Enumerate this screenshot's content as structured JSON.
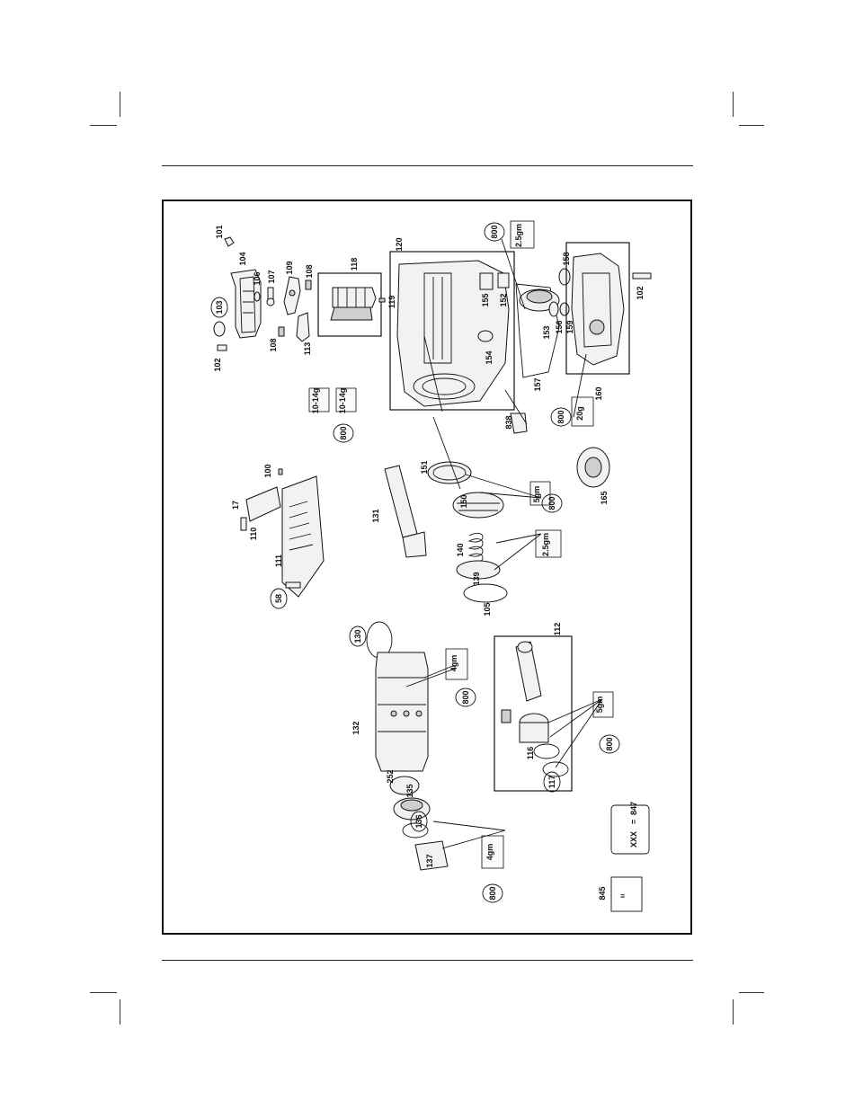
{
  "document": {
    "type": "exploded-parts-diagram",
    "orientation": "rotated-90"
  },
  "callouts": [
    {
      "id": "101",
      "label": "101"
    },
    {
      "id": "104",
      "label": "104"
    },
    {
      "id": "106",
      "label": "106"
    },
    {
      "id": "107",
      "label": "107"
    },
    {
      "id": "109",
      "label": "109"
    },
    {
      "id": "108a",
      "label": "108"
    },
    {
      "id": "108b",
      "label": "108"
    },
    {
      "id": "118",
      "label": "118"
    },
    {
      "id": "119",
      "label": "119"
    },
    {
      "id": "113",
      "label": "113"
    },
    {
      "id": "103",
      "label": "103"
    },
    {
      "id": "102a",
      "label": "102"
    },
    {
      "id": "120",
      "label": "120"
    },
    {
      "id": "155",
      "label": "155"
    },
    {
      "id": "152",
      "label": "152"
    },
    {
      "id": "154",
      "label": "154"
    },
    {
      "id": "157",
      "label": "157"
    },
    {
      "id": "838",
      "label": "838"
    },
    {
      "id": "153",
      "label": "153"
    },
    {
      "id": "156",
      "label": "156"
    },
    {
      "id": "159",
      "label": "159"
    },
    {
      "id": "158",
      "label": "158"
    },
    {
      "id": "102b",
      "label": "102"
    },
    {
      "id": "160",
      "label": "160"
    },
    {
      "id": "100",
      "label": "100"
    },
    {
      "id": "17",
      "label": "17"
    },
    {
      "id": "110",
      "label": "110"
    },
    {
      "id": "111",
      "label": "111"
    },
    {
      "id": "58",
      "label": "58"
    },
    {
      "id": "131",
      "label": "131"
    },
    {
      "id": "151",
      "label": "151"
    },
    {
      "id": "150",
      "label": "150"
    },
    {
      "id": "140",
      "label": "140"
    },
    {
      "id": "139",
      "label": "139"
    },
    {
      "id": "105",
      "label": "105"
    },
    {
      "id": "165",
      "label": "165"
    },
    {
      "id": "130",
      "label": "130"
    },
    {
      "id": "132",
      "label": "132"
    },
    {
      "id": "252",
      "label": "252"
    },
    {
      "id": "135",
      "label": "135"
    },
    {
      "id": "136",
      "label": "136"
    },
    {
      "id": "137",
      "label": "137"
    },
    {
      "id": "112",
      "label": "112"
    },
    {
      "id": "116",
      "label": "116"
    },
    {
      "id": "117",
      "label": "117"
    },
    {
      "id": "845",
      "label": "845"
    }
  ],
  "lubrication": [
    {
      "id": "l1",
      "code": "800",
      "amount": "10-14g",
      "amount2": "10-14g"
    },
    {
      "id": "l2",
      "code": "800",
      "amount": "2.5gm"
    },
    {
      "id": "l3",
      "code": "800",
      "amount": "20g"
    },
    {
      "id": "l4",
      "code": "800",
      "amount": "5gm"
    },
    {
      "id": "l5",
      "code": "800",
      "amount": "2.5gm"
    },
    {
      "id": "l6",
      "code": "800",
      "amount": "4gm"
    },
    {
      "id": "l7",
      "code": "800",
      "amount": "5gm"
    },
    {
      "id": "l8",
      "code": "800",
      "amount": "4gm"
    }
  ],
  "legend": {
    "symbol": "XXX",
    "equals": "=",
    "value": "847"
  },
  "glyph_845": "≡"
}
